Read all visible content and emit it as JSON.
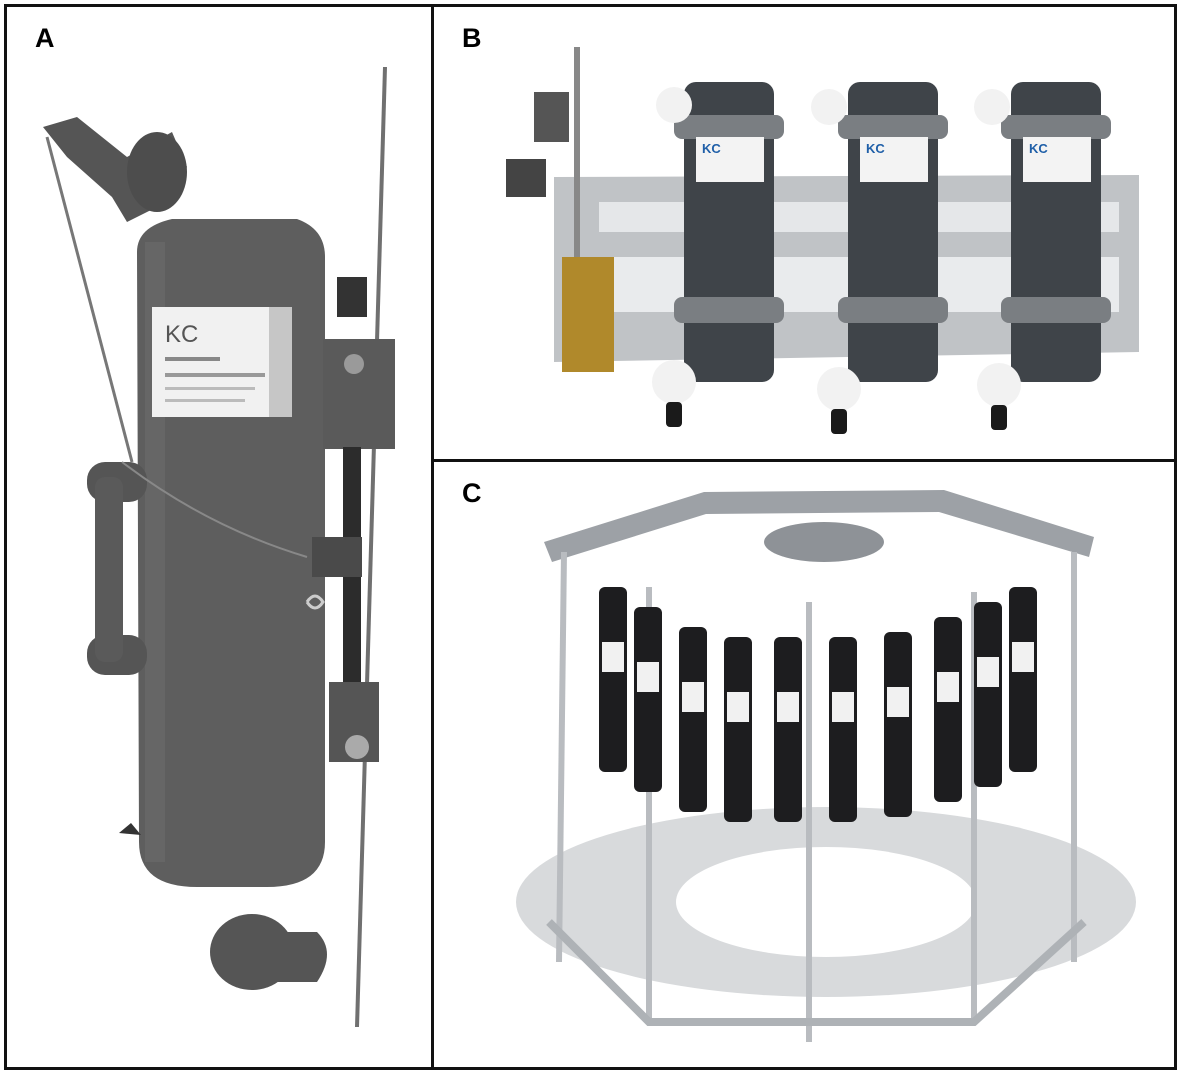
{
  "figure": {
    "panels": [
      {
        "label": "A",
        "image": "single-gray-water-sampler-photo",
        "logo_text": "KC"
      },
      {
        "label": "B",
        "image": "three-bottle-water-sampler-rack-photo",
        "logo_text": "KC"
      },
      {
        "label": "C",
        "image": "rosette-water-sampler-frame-photo"
      }
    ]
  },
  "colors": {
    "border": "#111111",
    "sampler_gray": "#5e5e5e",
    "bottle_dark": "#3f4449",
    "rosette_black": "#1d1d1f",
    "frame_silver": "#b9bcc0",
    "brass_plate": "#b0892b"
  }
}
